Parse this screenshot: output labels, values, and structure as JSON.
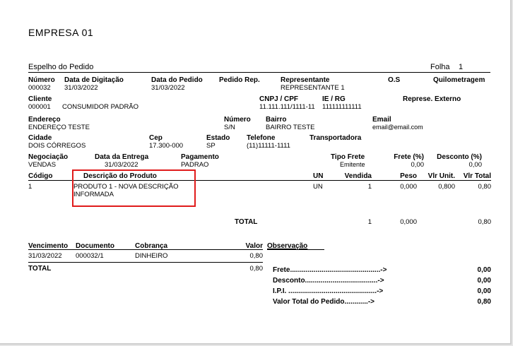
{
  "company": "EMPRESA 01",
  "report_title": "Espelho do Pedido",
  "folha_label": "Folha",
  "folha_value": "1",
  "row1": {
    "numero_label": "Número",
    "numero": "000032",
    "digitacao_label": "Data de Digitação",
    "digitacao": "31/03/2022",
    "data_pedido_label": "Data do Pedido",
    "data_pedido": "31/03/2022",
    "pedido_rep_label": "Pedido Rep.",
    "representante_label": "Representante",
    "representante": "REPRESENTANTE 1",
    "os_label": "O.S",
    "quilometragem_label": "Quilometragem"
  },
  "row2": {
    "cliente_label": "Cliente",
    "cliente_codigo": "000001",
    "cliente_nome": "CONSUMIDOR PADRÃO",
    "cnpj_label": "CNPJ / CPF",
    "cnpj": "11.111.111/1111-11",
    "ie_label": "IE / RG",
    "ie": "111111111111",
    "represe_externo_label": "Represe. Externo"
  },
  "row3": {
    "endereco_label": "Endereço",
    "endereco": "ENDEREÇO TESTE",
    "numero_label": "Número",
    "numero": "S/N",
    "bairro_label": "Bairro",
    "bairro": "BAIRRO TESTE",
    "email_label": "Email",
    "email": "email@email.com"
  },
  "row4": {
    "cidade_label": "Cidade",
    "cidade": "DOIS CÓRREGOS",
    "cep_label": "Cep",
    "cep": "17.300-000",
    "estado_label": "Estado",
    "estado": "SP",
    "telefone_label": "Telefone",
    "telefone": "(11)11111-1111",
    "transportadora_label": "Transportadora"
  },
  "row5": {
    "negociacao_label": "Negociação",
    "negociacao": "VENDAS",
    "entrega_label": "Data da Entrega",
    "entrega": "31/03/2022",
    "pagamento_label": "Pagamento",
    "pagamento": "PADRAO",
    "tipo_frete_label": "Tipo Frete",
    "tipo_frete": "Emitente",
    "frete_label": "Frete (%)",
    "frete": "0,00",
    "desconto_label": "Desconto (%)",
    "desconto": "0,00"
  },
  "items_header": {
    "codigo": "Código",
    "descricao": "Descrição do Produto",
    "un": "UN",
    "vendida": "Vendida",
    "peso": "Peso",
    "vlr_unit": "Vlr Unit.",
    "vlr_total": "Vlr Total"
  },
  "items": [
    {
      "codigo": "1",
      "descricao_l1": "PRODUTO 1 - NOVA DESCRIÇÃO",
      "descricao_l2": "INFORMADA",
      "un": "UN",
      "vendida": "1",
      "peso": "0,000",
      "vlr_unit": "0,800",
      "vlr_total": "0,80"
    }
  ],
  "items_total": {
    "label": "TOTAL",
    "vendida": "1",
    "peso": "0,000",
    "vlr_total": "0,80"
  },
  "pay_header": {
    "vencimento": "Vencimento",
    "documento": "Documento",
    "cobranca": "Cobrança",
    "valor": "Valor",
    "observacao": "Observação"
  },
  "payments": [
    {
      "vencimento": "31/03/2022",
      "documento": "000032/1",
      "cobranca": "DINHEIRO",
      "valor": "0,80"
    }
  ],
  "pay_total": {
    "label": "TOTAL",
    "valor": "0,80"
  },
  "summary": [
    {
      "label": "Frete..............................................->",
      "value": "0,00"
    },
    {
      "label": "Desconto.....................................->",
      "value": "0,00"
    },
    {
      "label": "I.P.I. .............................................->",
      "value": "0,00"
    },
    {
      "label": "Valor Total do Pedido............->",
      "value": "0,80"
    }
  ]
}
